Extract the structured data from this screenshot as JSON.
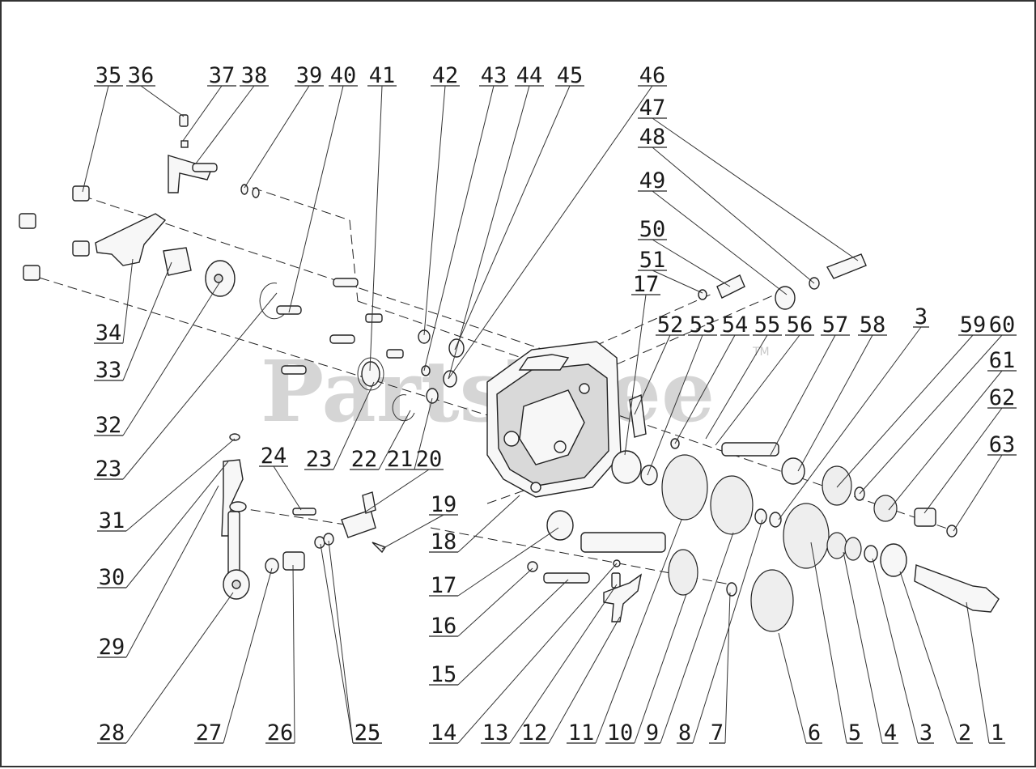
{
  "diagram": {
    "type": "exploded-parts-diagram",
    "watermark": "PartsTree",
    "watermark_mark": "TM",
    "line_color": "#222222",
    "watermark_color": "#c8c8c8",
    "callouts": [
      "1",
      "2",
      "3",
      "3",
      "4",
      "5",
      "6",
      "7",
      "8",
      "9",
      "10",
      "11",
      "12",
      "13",
      "14",
      "15",
      "16",
      "17",
      "17",
      "18",
      "19",
      "20",
      "21",
      "22",
      "23",
      "23",
      "24",
      "25",
      "25",
      "26",
      "27",
      "28",
      "29",
      "30",
      "31",
      "32",
      "33",
      "34",
      "35",
      "36",
      "37",
      "38",
      "39",
      "40",
      "41",
      "42",
      "43",
      "44",
      "45",
      "46",
      "47",
      "48",
      "49",
      "50",
      "51",
      "52",
      "53",
      "54",
      "55",
      "56",
      "57",
      "58",
      "59",
      "60",
      "61",
      "62",
      "63"
    ]
  }
}
